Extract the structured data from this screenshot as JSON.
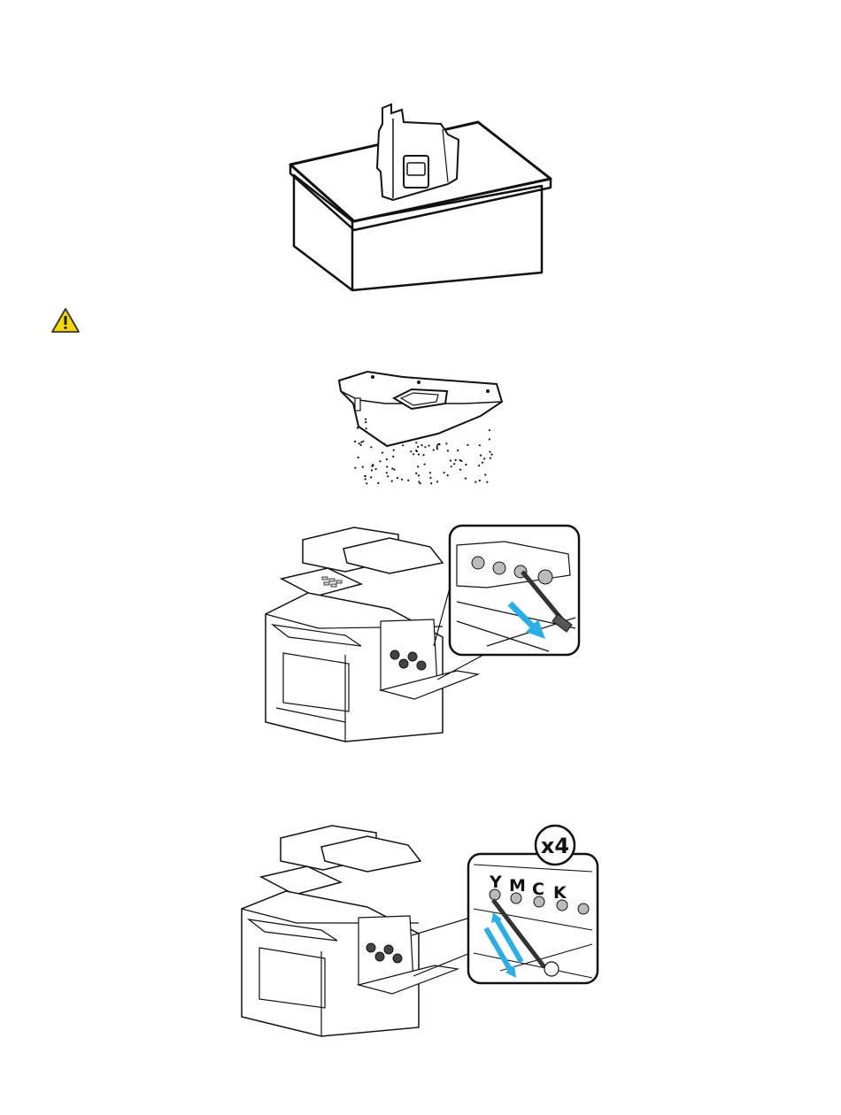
{
  "figures": {
    "waste_container_on_box": {
      "icon": "waste-toner-container-on-box"
    },
    "caution": {
      "icon": "warning-icon",
      "color": "#f5d800"
    },
    "spilled_toner": {
      "icon": "waste-container-spilling-toner"
    },
    "remove_cleaning_rod": {
      "icon": "printer-remove-cleaning-rod",
      "arrow_color": "#2aaee6"
    },
    "clean_led_windows": {
      "icon": "printer-clean-led-windows",
      "repeat_badge": "x4",
      "labels": [
        "Y",
        "M",
        "C",
        "K"
      ],
      "arrow_color": "#2aaee6"
    }
  }
}
